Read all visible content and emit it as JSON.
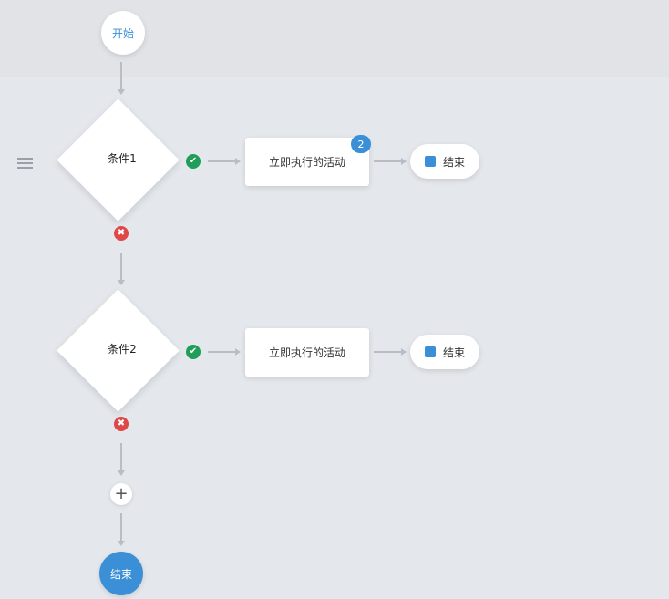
{
  "flow": {
    "start_label": "开始",
    "end_label": "结束",
    "add_symbol": "+",
    "conditions": [
      {
        "label": "条件1",
        "pass_symbol": "✔",
        "fail_symbol": "✖",
        "activity_label": "立即执行的活动",
        "activity_count": "2",
        "end_label": "结束"
      },
      {
        "label": "条件2",
        "pass_symbol": "✔",
        "fail_symbol": "✖",
        "activity_label": "立即执行的活动",
        "end_label": "结束"
      }
    ]
  },
  "icons": {
    "menu": "menu-icon",
    "pass": "check-icon",
    "fail": "close-icon",
    "add": "plus-icon",
    "end_marker": "square-icon"
  },
  "colors": {
    "primary": "#3a8fd6",
    "success": "#1e9e57",
    "danger": "#e04848",
    "connector": "#b9bec6",
    "background": "#e4e7eb"
  }
}
